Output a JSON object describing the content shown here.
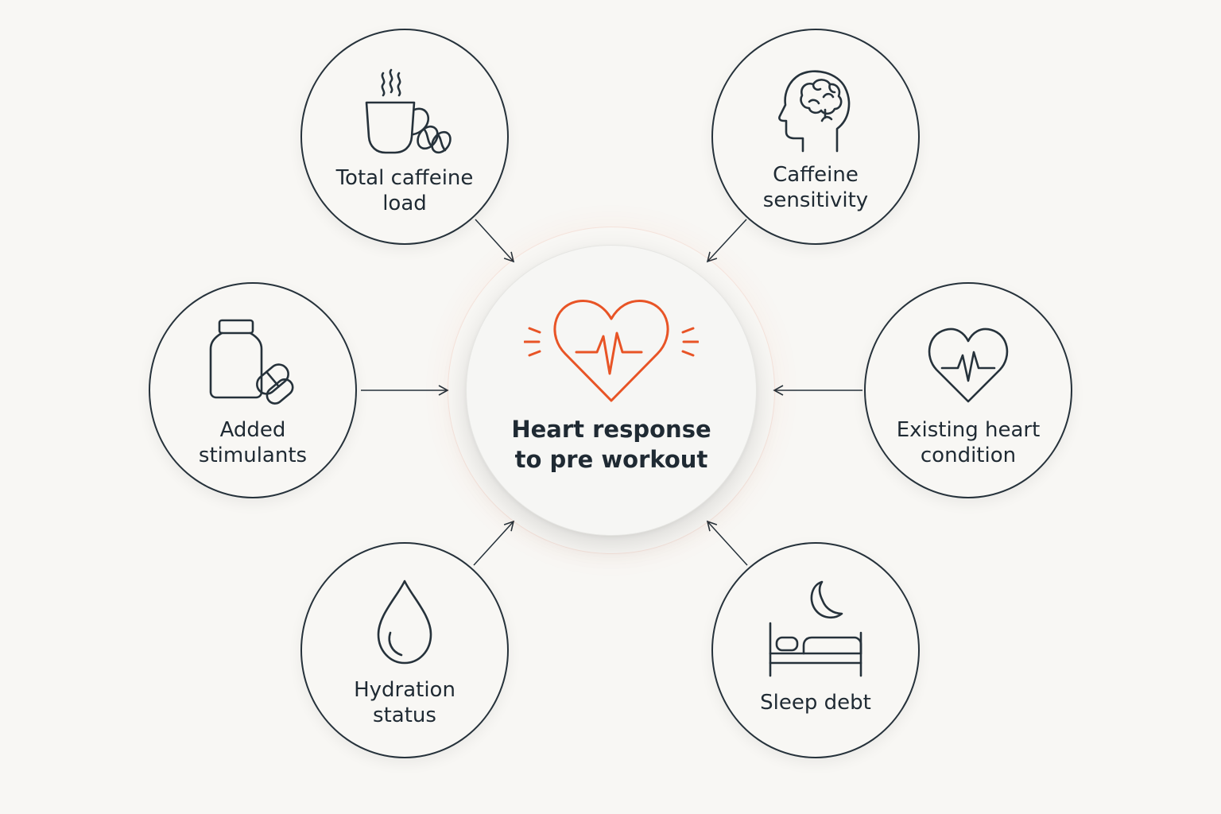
{
  "center": {
    "line1": "Heart response",
    "line2": "to pre workout",
    "icon": "heartbeat-icon",
    "accent": "#e85426"
  },
  "factors": [
    {
      "id": "total-caffeine-load",
      "line1": "Total caffeine",
      "line2": "load",
      "icon": "coffee-cup-beans-icon"
    },
    {
      "id": "caffeine-sensitivity",
      "line1": "Caffeine",
      "line2": "sensitivity",
      "icon": "head-brain-icon"
    },
    {
      "id": "added-stimulants",
      "line1": "Added",
      "line2": "stimulants",
      "icon": "pill-bottle-icon"
    },
    {
      "id": "existing-heart-condition",
      "line1": "Existing heart",
      "line2": "condition",
      "icon": "heart-pulse-icon"
    },
    {
      "id": "hydration-status",
      "line1": "Hydration",
      "line2": "status",
      "icon": "water-drop-icon"
    },
    {
      "id": "sleep-debt",
      "line1": "Sleep debt",
      "icon": "bed-moon-icon"
    }
  ],
  "colors": {
    "background": "#f8f7f4",
    "stroke": "#26323b",
    "accent": "#e85426"
  }
}
